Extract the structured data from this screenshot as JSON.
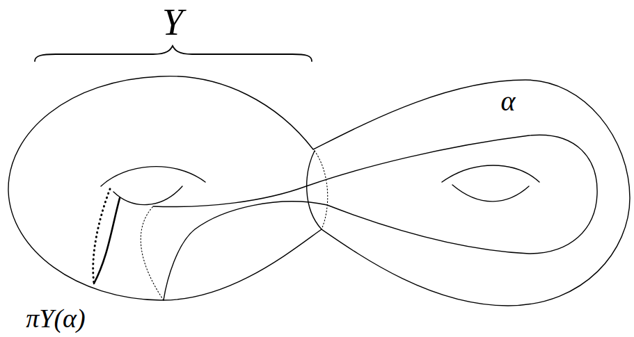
{
  "diagram": {
    "labels": [
      "Y",
      "α",
      "πY(α)"
    ]
  }
}
